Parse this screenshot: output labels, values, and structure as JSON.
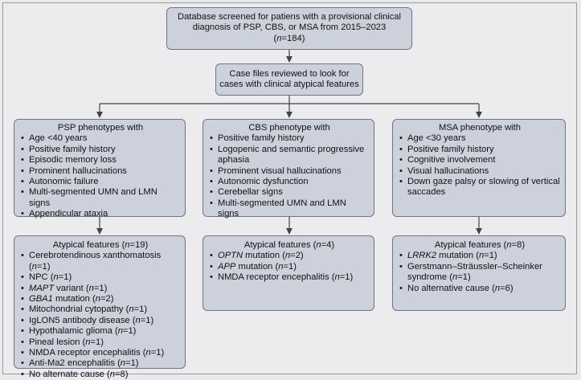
{
  "top": {
    "line1": "Database screened for patiens with a provisional clinical",
    "line2": "diagnosis of PSP, CBS, or MSA from 2015–2023",
    "n_pre": "(",
    "n_var": "n",
    "n_post": "=184)"
  },
  "review": {
    "line1": "Case files reviewed to look for",
    "line2": "cases with clinical atypical features"
  },
  "psp": {
    "heading": "PSP phenotypes with",
    "items": [
      "Age <40 years",
      "Positive family history",
      "Episodic memory loss",
      "Prominent hallucinations",
      "Autonomic failure",
      "Multi-segmented UMN and LMN signs",
      "Appendicular ataxia"
    ],
    "outcome_heading": {
      "pre": "Atypical features (",
      "var": "n",
      "post": "=19)"
    },
    "outcomes": [
      {
        "gene": "",
        "text": "Cerebrotendinous xanthomatosis (",
        "var": "n",
        "post": "=1)"
      },
      {
        "gene": "",
        "text": "NPC (",
        "var": "n",
        "post": "=1)"
      },
      {
        "gene": "MAPT",
        "text": " variant (",
        "var": "n",
        "post": "=1)"
      },
      {
        "gene": "GBA1",
        "text": " mutation (",
        "var": "n",
        "post": "=2)"
      },
      {
        "gene": "",
        "text": "Mitochondrial cytopathy (",
        "var": "n",
        "post": "=1)"
      },
      {
        "gene": "",
        "text": "IgLON5 antibody disease (",
        "var": "n",
        "post": "=1)"
      },
      {
        "gene": "",
        "text": "Hypothalamic glioma (",
        "var": "n",
        "post": "=1)"
      },
      {
        "gene": "",
        "text": "Pineal lesion (",
        "var": "n",
        "post": "=1)"
      },
      {
        "gene": "",
        "text": "NMDA receptor encephalitis (",
        "var": "n",
        "post": "=1)"
      },
      {
        "gene": "",
        "text": "Anti-Ma2 encephalitis (",
        "var": "n",
        "post": "=1)"
      },
      {
        "gene": "",
        "text": "No alternate cause (",
        "var": "n",
        "post": "=8)"
      }
    ]
  },
  "cbs": {
    "heading": "CBS phenotype with",
    "items": [
      "Positive family history",
      "Logopenic and semantic progressive aphasia",
      "Prominent visual hallucinations",
      "Autonomic dysfunction",
      "Cerebellar signs",
      "Multi-segmented UMN and LMN signs"
    ],
    "outcome_heading": {
      "pre": "Atypical features (",
      "var": "n",
      "post": "=4)"
    },
    "outcomes": [
      {
        "gene": "OPTN",
        "text": " mutation (",
        "var": "n",
        "post": "=2)"
      },
      {
        "gene": "APP",
        "text": " mutation (",
        "var": "n",
        "post": "=1)"
      },
      {
        "gene": "",
        "text": "NMDA receptor encephalitis (",
        "var": "n",
        "post": "=1)"
      }
    ]
  },
  "msa": {
    "heading": "MSA phenotype with",
    "items": [
      "Age <30 years",
      "Positive family history",
      "Cognitive involvement",
      "Visual hallucinations",
      "Down gaze palsy or slowing of vertical saccades"
    ],
    "outcome_heading": {
      "pre": "Atypical features (",
      "var": "n",
      "post": "=8)"
    },
    "outcomes": [
      {
        "gene": "LRRK2",
        "text": " mutation (",
        "var": "n",
        "post": "=1)"
      },
      {
        "gene": "",
        "text": "Gerstmann–Sträussler–Scheinker syndrome (",
        "var": "n",
        "post": "=1)"
      },
      {
        "gene": "",
        "text": "No alternative cause (",
        "var": "n",
        "post": "=6)"
      }
    ]
  },
  "colors": {
    "box_fill": "#cdd1db",
    "box_border": "#6f7580",
    "connector": "#444444",
    "background": "#e9eaec"
  }
}
